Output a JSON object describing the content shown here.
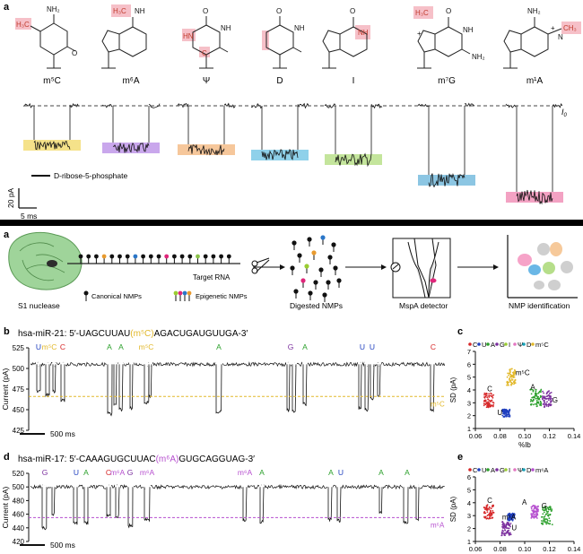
{
  "panel_letters": {
    "top_a": "a",
    "a": "a",
    "b": "b",
    "c": "c",
    "d": "d",
    "e": "e"
  },
  "top": {
    "modifications": [
      {
        "label": "m⁵C",
        "box_color": "#f5e28a",
        "level": 0.34
      },
      {
        "label": "m⁶A",
        "box_color": "#c9a7ec",
        "level": 0.37
      },
      {
        "label": "Ψ",
        "box_color": "#f6c79b",
        "level": 0.39
      },
      {
        "label": "D",
        "box_color": "#8fd1ea",
        "level": 0.45
      },
      {
        "label": "I",
        "box_color": "#c4e59c",
        "level": 0.5
      },
      {
        "label": "m⁷G",
        "box_color": "#8cc6e3",
        "level": 0.73
      },
      {
        "label": "m¹A",
        "box_color": "#f3a2c3",
        "level": 0.92
      }
    ],
    "i0_label": "I",
    "i0_sub": "0",
    "legend_text": "D-ribose-5-phosphate",
    "scale_y": "20 pA",
    "scale_x": "5 ms",
    "nh2_labels": [
      "NH₂",
      "NH₂",
      "NH₂"
    ],
    "chem_misc": {
      "h3c": "H₃C",
      "nh": "NH",
      "hn": "HN",
      "o": "O",
      "n": "N",
      "ch3": "CH₃",
      "plus": "+",
      "c": "C",
      "h": "H"
    }
  },
  "schematic": {
    "s1": "S1 nuclease",
    "target": "Target RNA",
    "canonical": "Canonical NMPs",
    "epigenetic": "Epigenetic NMPs",
    "digested": "Digested NMPs",
    "mspa": "MspA detector",
    "identification": "NMP identification"
  },
  "panel_b": {
    "sequence_prefix": "hsa-miR-21: 5′-UAGCUUAU",
    "sequence_mod": "(m⁵C)",
    "sequence_suffix": "AGACUGAUGUUGA-3′",
    "event_labels": [
      "U",
      "m⁵C",
      "C",
      "A",
      "A",
      "m⁵C",
      "A",
      "G",
      "A",
      "U",
      "U",
      "C"
    ],
    "dashed_label": "m⁵C",
    "ylabel": "Current (pA)",
    "yticks": [
      "525",
      "500",
      "475",
      "450",
      "425"
    ],
    "scalebar": "500 ms",
    "mod_color": "#e2b82a"
  },
  "panel_d": {
    "sequence_prefix": "hsa-miR-17: 5′-CAAAGUGCUUAC",
    "sequence_mod": "(m⁶A)",
    "sequence_suffix": "GUGCAGGUAG-3′",
    "event_labels": [
      "G",
      "U",
      "A",
      "C",
      "m⁶A",
      "G",
      "m⁶A",
      "m⁶A",
      "A",
      "A",
      "U",
      "A",
      "A"
    ],
    "dashed_label": "m⁶A",
    "ylabel": "Current (pA)",
    "yticks": [
      "520",
      "500",
      "480",
      "460",
      "440",
      "420"
    ],
    "scalebar": "500 ms",
    "mod_color": "#b64fcf"
  },
  "panel_c": {
    "legend": [
      "C",
      "U",
      "A",
      "G",
      "I",
      "Ψ",
      "D",
      "m⁵C"
    ],
    "legend_colors": [
      "#d62728",
      "#1f3fbf",
      "#2ca02c",
      "#7b2f9e",
      "#9acd32",
      "#e377c2",
      "#17a2b8",
      "#e2b82a"
    ],
    "ylabel": "SD (pA)",
    "xlabel": "%Ib",
    "xticks": [
      "0.06",
      "0.08",
      "0.10",
      "0.12",
      "0.14"
    ],
    "yticks": [
      "7",
      "6",
      "5",
      "4",
      "3",
      "2",
      "1"
    ],
    "cluster_labels": [
      "C",
      "U",
      "m⁵C",
      "A",
      "G"
    ]
  },
  "panel_e": {
    "legend": [
      "C",
      "U",
      "A",
      "G",
      "I",
      "Ψ",
      "D",
      "m⁶A"
    ],
    "legend_colors": [
      "#d62728",
      "#1f3fbf",
      "#2ca02c",
      "#7b2f9e",
      "#9acd32",
      "#e377c2",
      "#17a2b8",
      "#b64fcf"
    ],
    "ylabel": "SD (pA)",
    "xlabel": "%Ib",
    "xticks": [
      "0.06",
      "0.08",
      "0.10",
      "0.12",
      "0.14"
    ],
    "yticks": [
      "6",
      "5",
      "4",
      "3",
      "2",
      "1"
    ],
    "cluster_labels": [
      "C",
      "m⁶A",
      "A",
      "G",
      "U"
    ]
  },
  "chart_data": [
    {
      "type": "scatter",
      "title": "",
      "xlabel": "%Ib",
      "ylabel": "SD (pA)",
      "xlim": [
        0.06,
        0.14
      ],
      "ylim": [
        1,
        7
      ],
      "series": [
        {
          "name": "C",
          "center": [
            0.071,
            3.2
          ]
        },
        {
          "name": "U",
          "center": [
            0.085,
            2.2
          ]
        },
        {
          "name": "m⁵C",
          "center": [
            0.089,
            5.0
          ]
        },
        {
          "name": "A",
          "center": [
            0.109,
            3.4
          ]
        },
        {
          "name": "G",
          "center": [
            0.118,
            3.3
          ]
        }
      ]
    },
    {
      "type": "scatter",
      "title": "",
      "xlabel": "%Ib",
      "ylabel": "SD (pA)",
      "xlim": [
        0.06,
        0.14
      ],
      "ylim": [
        1,
        6
      ],
      "series": [
        {
          "name": "C",
          "center": [
            0.071,
            3.3
          ]
        },
        {
          "name": "U",
          "center": [
            0.085,
            2.0
          ]
        },
        {
          "name": "m⁶A",
          "center": [
            0.089,
            2.9
          ]
        },
        {
          "name": "A",
          "center": [
            0.108,
            3.3
          ]
        },
        {
          "name": "G",
          "center": [
            0.118,
            3.0
          ]
        }
      ]
    }
  ]
}
